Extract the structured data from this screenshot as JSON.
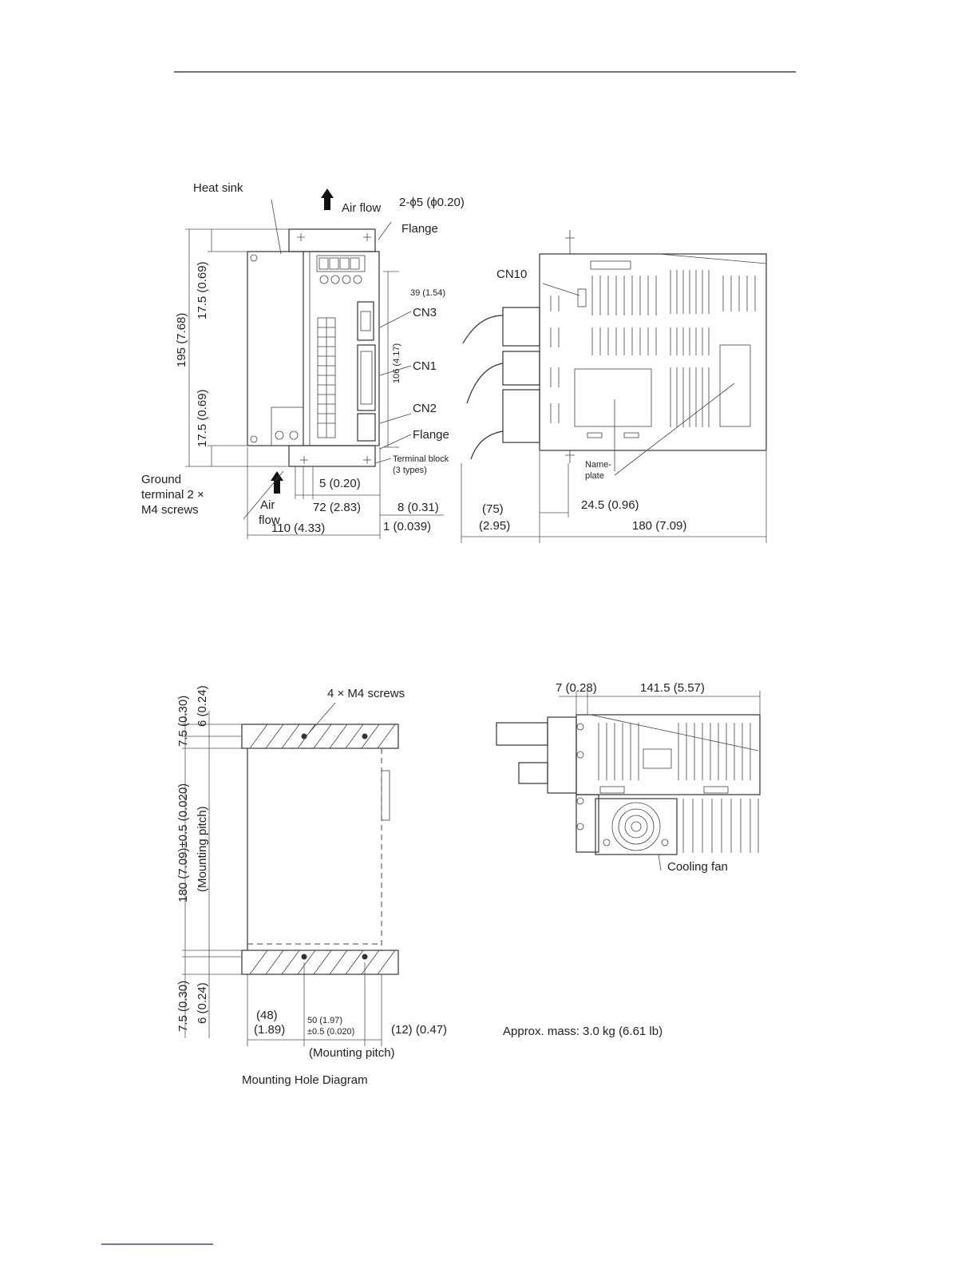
{
  "labels": {
    "heat_sink": "Heat sink",
    "air_flow_top": "Air flow",
    "holes": "2-ϕ5 (ϕ0.20)",
    "flange_top": "Flange",
    "dim_39": "39 (1.54)",
    "cn3": "CN3",
    "dim_106": "106 (4.17)",
    "cn1": "CN1",
    "cn2": "CN2",
    "flange_bottom": "Flange",
    "terminal_block": "Terminal block",
    "terminal_types": "(3 types)",
    "ground_1": "Ground",
    "ground_2": "terminal 2 ×",
    "ground_3": "M4 screws",
    "dim_5": "5 (0.20)",
    "air_1": "Air",
    "air_2": "flow",
    "dim_72": "72 (2.83)",
    "dim_8": "8 (0.31)",
    "dim_110": "110 (4.33)",
    "dim_1": "1 (0.039)",
    "dim_195": "195 (7.68)",
    "dim_175_top": "17.5 (0.69)",
    "dim_175_bottom": "17.5 (0.69)",
    "cn10": "CN10",
    "name_1": "Name-",
    "name_2": "plate",
    "dim_245": "24.5 (0.96)",
    "dim_75a": "(75)",
    "dim_75b": "(2.95)",
    "dim_180_side": "180 (7.09)",
    "screws_4": "4 × M4 screws",
    "dim_75_top": "7.5 (0.30)",
    "dim_6_top": "6 (0.24)",
    "dim_180_mount": "180 (7.09)±0.5 (0.020)",
    "mount_pitch_v": "(Mounting pitch)",
    "dim_75_bot": "7.5 (0.30)",
    "dim_6_bot": "6 (0.24)",
    "dim_48a": "(48)",
    "dim_48b": "(1.89)",
    "dim_50a": "50 (1.97)",
    "dim_50b": "±0.5 (0.020)",
    "dim_12": "(12) (0.47)",
    "mount_pitch_h": "(Mounting pitch)",
    "mount_title": "Mounting Hole Diagram",
    "dim_7": "7 (0.28)",
    "dim_1415": "141.5 (5.57)",
    "cooling_fan": "Cooling fan",
    "mass": "Approx. mass: 3.0 kg (6.61 lb)"
  },
  "colors": {
    "line": "#333333",
    "link": "#3344cc"
  }
}
